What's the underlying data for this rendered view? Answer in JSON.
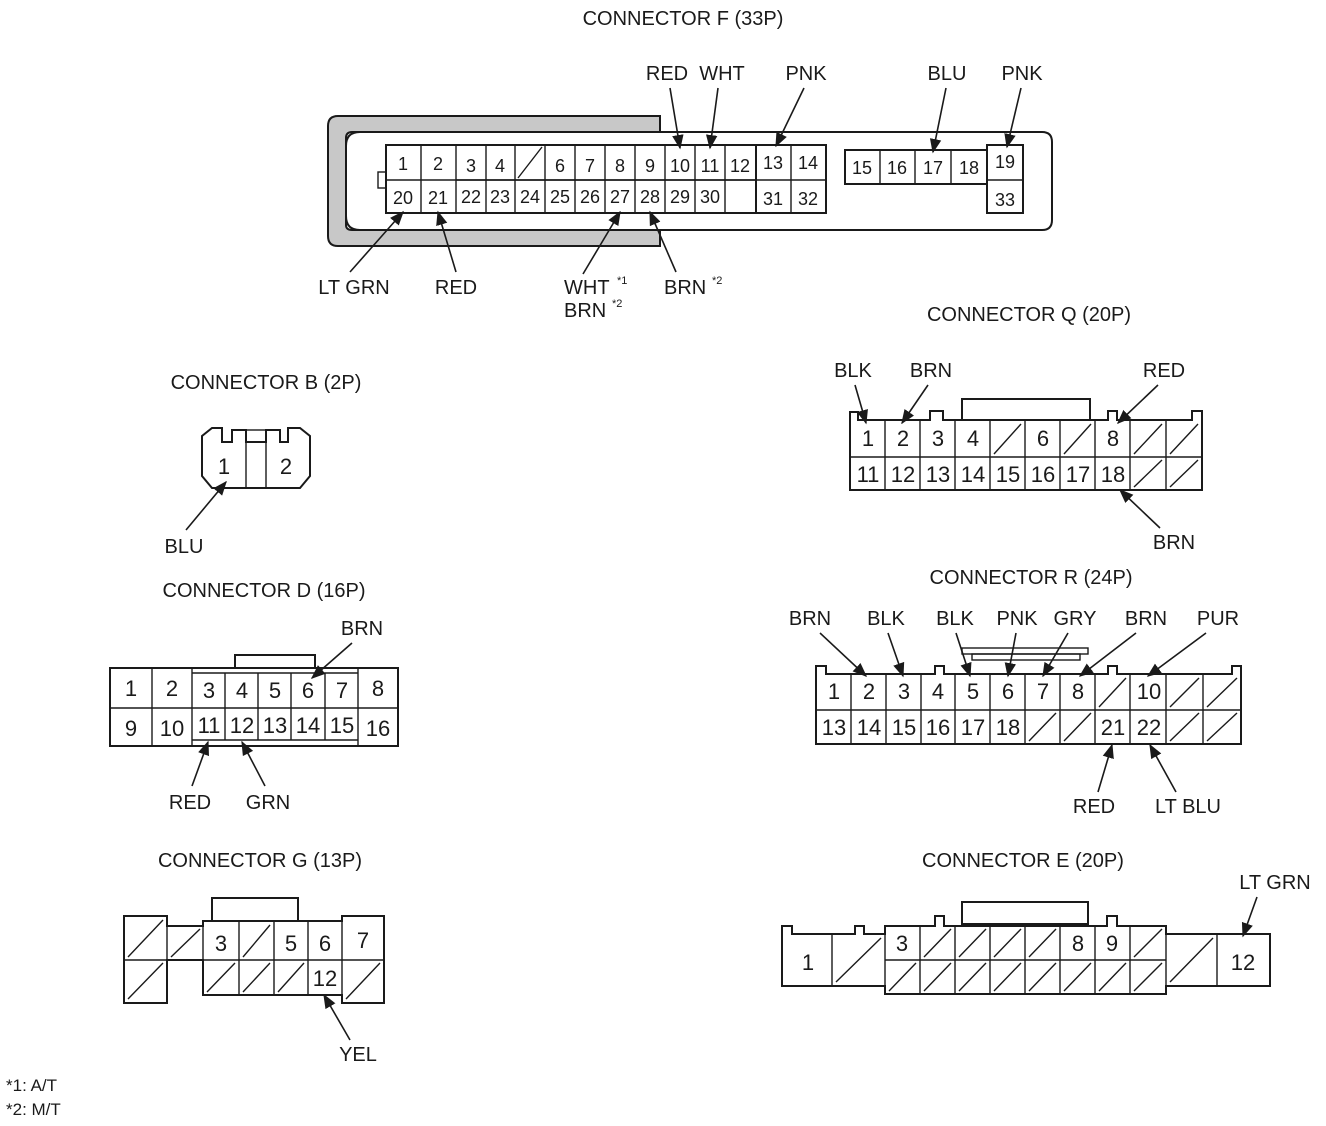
{
  "connectors": {
    "F": {
      "title": "CONNECTOR F (33P)",
      "pins": [
        "1",
        "2",
        "3",
        "4",
        "6",
        "7",
        "8",
        "9",
        "10",
        "11",
        "12",
        "13",
        "14",
        "15",
        "16",
        "17",
        "18",
        "19",
        "20",
        "21",
        "22",
        "23",
        "24",
        "25",
        "26",
        "27",
        "28",
        "29",
        "30",
        "31",
        "32",
        "33"
      ],
      "wires": {
        "red": "RED",
        "wht": "WHT",
        "pnk13": "PNK",
        "blu17": "BLU",
        "pnk19": "PNK",
        "ltgrn": "LT GRN",
        "red21": "RED",
        "wht27": "WHT",
        "wht27_sup": "*1",
        "brn27": "BRN",
        "brn27_sup": "*2",
        "brn28": "BRN",
        "brn28_sup": "*2"
      }
    },
    "Q": {
      "title": "CONNECTOR Q (20P)",
      "pins": [
        "1",
        "2",
        "3",
        "4",
        "6",
        "8",
        "11",
        "12",
        "13",
        "14",
        "15",
        "16",
        "17",
        "18"
      ],
      "wires": {
        "blk": "BLK",
        "brn": "BRN",
        "red": "RED",
        "brn18": "BRN"
      }
    },
    "B": {
      "title": "CONNECTOR B (2P)",
      "pins": [
        "1",
        "2"
      ],
      "wires": {
        "blu": "BLU"
      }
    },
    "D": {
      "title": "CONNECTOR D (16P)",
      "pins": [
        "1",
        "2",
        "3",
        "4",
        "5",
        "6",
        "7",
        "8",
        "9",
        "10",
        "11",
        "12",
        "13",
        "14",
        "15",
        "16"
      ],
      "wires": {
        "brn": "BRN",
        "red": "RED",
        "grn": "GRN"
      }
    },
    "R": {
      "title": "CONNECTOR R (24P)",
      "pins": [
        "1",
        "2",
        "3",
        "4",
        "5",
        "6",
        "7",
        "8",
        "10",
        "13",
        "14",
        "15",
        "16",
        "17",
        "18",
        "21",
        "22"
      ],
      "wires": {
        "brn": "BRN",
        "blk3": "BLK",
        "blk5": "BLK",
        "pnk": "PNK",
        "gry": "GRY",
        "brn8": "BRN",
        "pur": "PUR",
        "red": "RED",
        "ltblu": "LT BLU"
      }
    },
    "G": {
      "title": "CONNECTOR G (13P)",
      "pins": [
        "3",
        "5",
        "6",
        "7",
        "12"
      ],
      "wires": {
        "yel": "YEL"
      }
    },
    "E": {
      "title": "CONNECTOR E (20P)",
      "pins": [
        "1",
        "3",
        "8",
        "9",
        "12"
      ],
      "wires": {
        "ltgrn": "LT GRN"
      }
    }
  },
  "notes": [
    "*1: A/T",
    "*2: M/T"
  ]
}
